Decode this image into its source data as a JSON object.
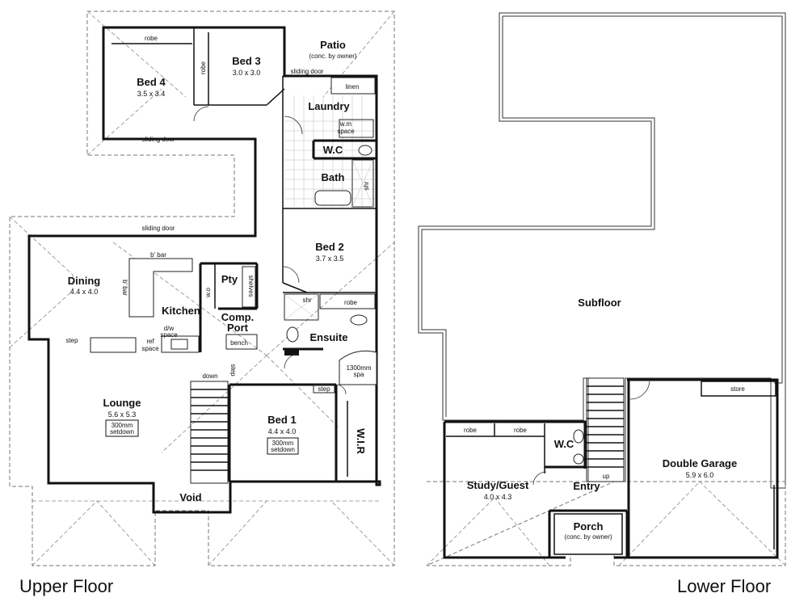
{
  "upper_floor": {
    "title": "Upper Floor",
    "rooms": {
      "patio": {
        "name": "Patio",
        "note": "(conc. by owner)"
      },
      "bed4": {
        "name": "Bed 4",
        "size": "3.5 x 3.4"
      },
      "bed3": {
        "name": "Bed 3",
        "size": "3.0 x 3.0"
      },
      "laundry": {
        "name": "Laundry"
      },
      "wc": {
        "name": "W.C"
      },
      "bath": {
        "name": "Bath"
      },
      "bed2": {
        "name": "Bed 2",
        "size": "3.7 x 3.5"
      },
      "dining": {
        "name": "Dining",
        "size": "4.4 x 4.0"
      },
      "kitchen": {
        "name": "Kitchen"
      },
      "pantry": {
        "name": "Pty"
      },
      "comp_port": {
        "name1": "Comp.",
        "name2": "Port"
      },
      "ensuite": {
        "name": "Ensuite"
      },
      "lounge": {
        "name": "Lounge",
        "size": "5.6 x 5.3",
        "setdown1": "300mm",
        "setdown2": "setdown"
      },
      "bed1": {
        "name": "Bed 1",
        "size": "4.4 x 4.0",
        "setdown1": "300mm",
        "setdown2": "setdown"
      },
      "wir": {
        "name": "W.I.R"
      },
      "void": {
        "name": "Void"
      }
    },
    "labels": {
      "robe_bed4": "robe",
      "robe_bed3": "robe",
      "sliding_door_patio": "sliding door",
      "sliding_door_bed4": "sliding door",
      "sliding_door_dining": "sliding door",
      "linen": "linen",
      "wm1": "w.m",
      "wm2": "space",
      "shr_bath": "shr",
      "bbar_top": "b' bar",
      "bbar_side": "b' bar",
      "wo": "w.o",
      "shelves": "shelves",
      "shr_ensuite": "shr",
      "robe_bed2": "robe",
      "dw1": "d/w",
      "dw2": "space",
      "ref1": "ref",
      "ref2": "space",
      "bench": "bench",
      "step_dining": "step",
      "step_hall": "step",
      "step_bed1": "step",
      "down": "down",
      "spa1": "1300mm",
      "spa2": "spa"
    }
  },
  "lower_floor": {
    "title": "Lower Floor",
    "rooms": {
      "subfloor": {
        "name": "Subfloor"
      },
      "study": {
        "name": "Study/Guest",
        "size": "4.0 x 4.3"
      },
      "wc": {
        "name": "W.C"
      },
      "entry": {
        "name": "Entry"
      },
      "porch": {
        "name": "Porch",
        "note": "(conc. by owner)"
      },
      "garage": {
        "name": "Double Garage",
        "size": "5.9 x 6.0"
      }
    },
    "labels": {
      "robe1": "robe",
      "robe2": "robe",
      "store": "store",
      "up": "up"
    }
  }
}
